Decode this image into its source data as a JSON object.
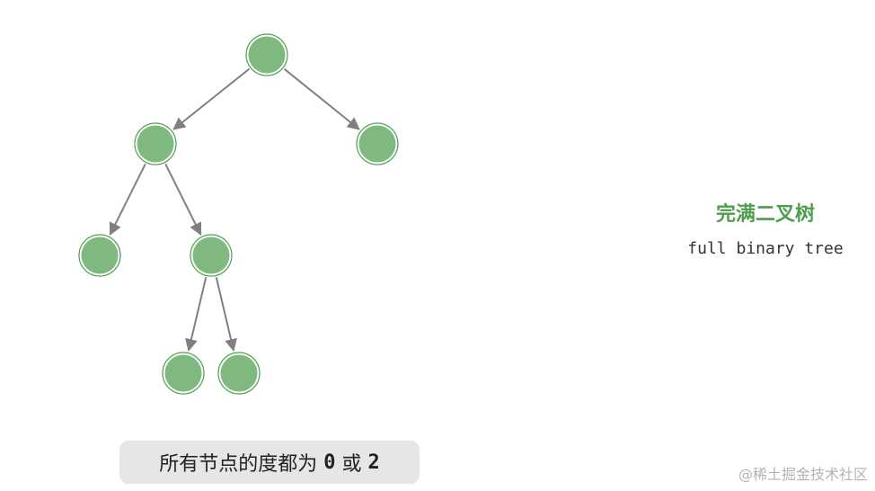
{
  "colors": {
    "node_fill": "#80b97f",
    "node_stroke": "#4f9e4f",
    "edge": "#808080",
    "title": "#4f9e4f"
  },
  "tree": {
    "nodes": [
      "root",
      "l",
      "r",
      "ll",
      "lr",
      "lrl",
      "lrr"
    ],
    "edges": [
      [
        "root",
        "l"
      ],
      [
        "root",
        "r"
      ],
      [
        "l",
        "ll"
      ],
      [
        "l",
        "lr"
      ],
      [
        "lr",
        "lrl"
      ],
      [
        "lr",
        "lrr"
      ]
    ]
  },
  "title": {
    "cn": "完满二叉树",
    "en": "full binary tree"
  },
  "caption": {
    "text_before": "所有节点的度都为 ",
    "zero": "0",
    "middle": " 或 ",
    "two": "2"
  },
  "watermark": "@稀土掘金技术社区"
}
